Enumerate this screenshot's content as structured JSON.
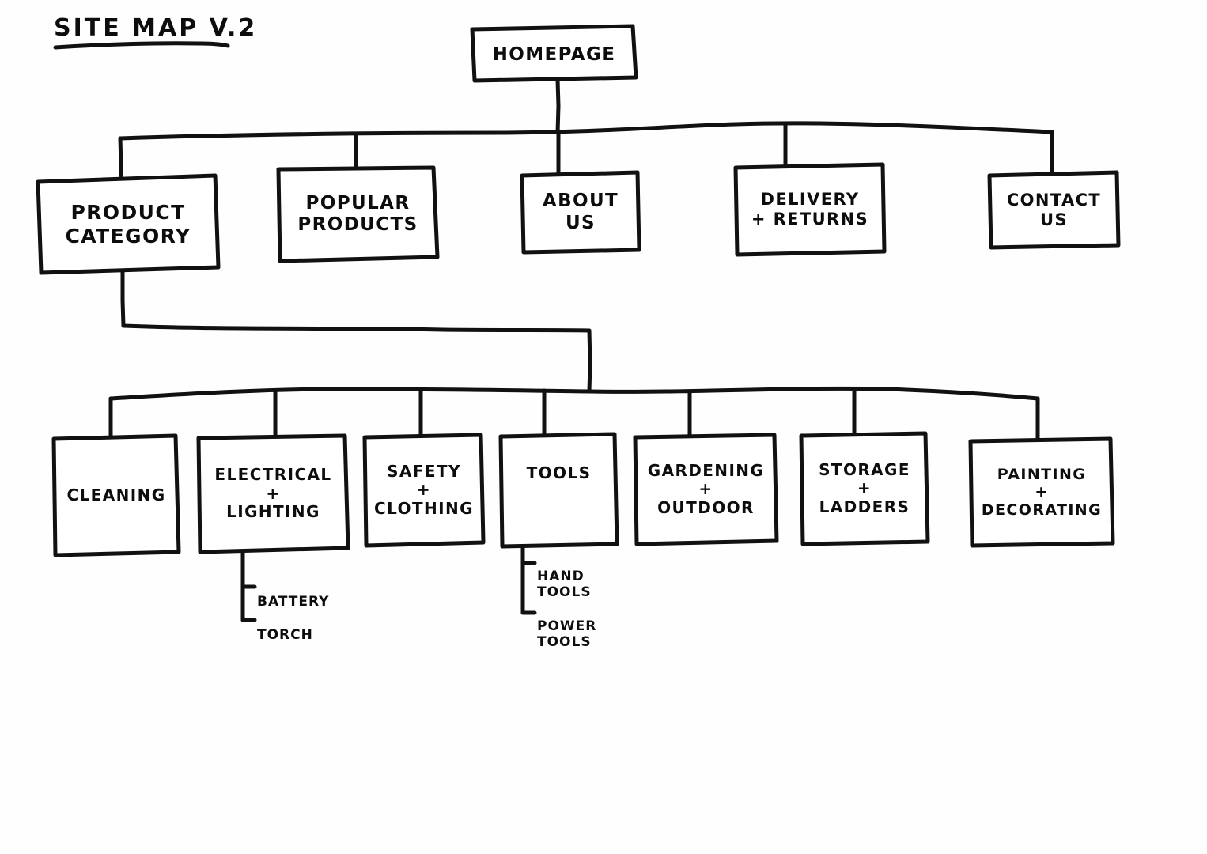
{
  "document": {
    "title": "SITE MAP V.2",
    "type": "hand-drawn site map sketch",
    "ink_color": "#111111",
    "paper_color": "#fefefe"
  },
  "nodes": {
    "root": {
      "label": "HOMEPAGE"
    },
    "level1": [
      {
        "id": "product-category",
        "label": "PRODUCT\nCATEGORY"
      },
      {
        "id": "popular-products",
        "label": "POPULAR\nPRODUCTS"
      },
      {
        "id": "about-us",
        "label": "ABOUT\nUS"
      },
      {
        "id": "delivery-returns",
        "label": "DELIVERY\n+ RETURNS"
      },
      {
        "id": "contact-us",
        "label": "CONTACT\nUS"
      }
    ],
    "level2": [
      {
        "id": "cleaning",
        "label": "CLEANING"
      },
      {
        "id": "electrical-lighting",
        "label": "ELECTRICAL\n+\nLIGHTING"
      },
      {
        "id": "safety-clothing",
        "label": "SAFETY\n+\nCLOTHING"
      },
      {
        "id": "tools",
        "label": "TOOLS"
      },
      {
        "id": "gardening-outdoor",
        "label": "GARDENING\n+\nOUTDOOR"
      },
      {
        "id": "storage-ladders",
        "label": "STORAGE\n+\nLADDERS"
      },
      {
        "id": "painting-decorating",
        "label": "PAINTING\n+\nDECORATING"
      }
    ],
    "level3": [
      {
        "id": "battery",
        "parent": "electrical-lighting",
        "label": "BATTERY"
      },
      {
        "id": "torch",
        "parent": "electrical-lighting",
        "label": "TORCH"
      },
      {
        "id": "hand-tools",
        "parent": "tools",
        "label": "HAND\nTOOLS"
      },
      {
        "id": "power-tools",
        "parent": "tools",
        "label": "POWER\nTOOLS"
      }
    ]
  }
}
